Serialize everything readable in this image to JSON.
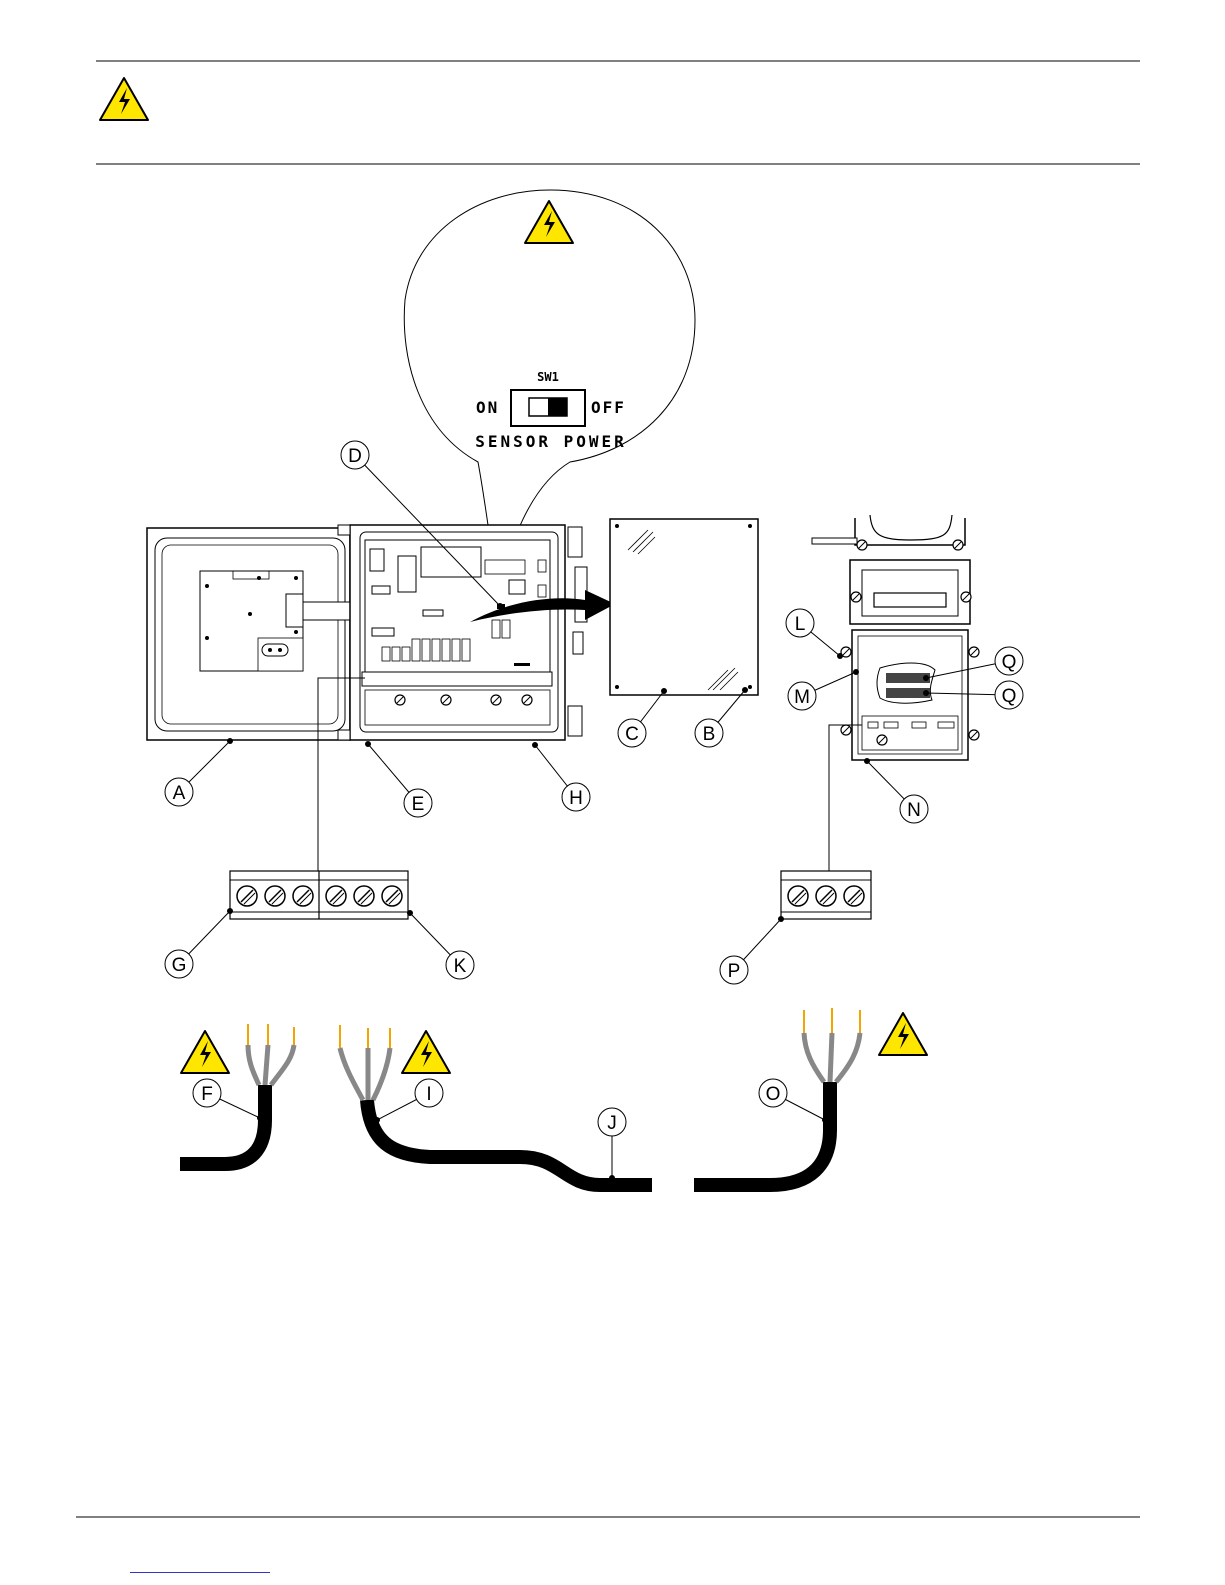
{
  "switch": {
    "name": "SW1",
    "on_label": "ON",
    "off_label": "OFF",
    "caption": "SENSOR POWER"
  },
  "callouts": [
    "A",
    "B",
    "C",
    "D",
    "E",
    "F",
    "G",
    "H",
    "I",
    "J",
    "K",
    "L",
    "M",
    "N",
    "O",
    "P",
    "Q",
    "Q"
  ],
  "colors": {
    "warning_yellow": "#ffe600",
    "line": "#000000",
    "wire": "#f2a400"
  },
  "icons": [
    "high-voltage-warning-icon"
  ]
}
